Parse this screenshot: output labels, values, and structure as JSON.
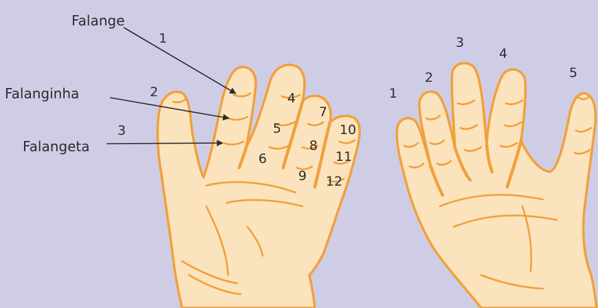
{
  "labels": {
    "falange": "Falange",
    "falanginha": "Falanginha",
    "falangeta": "Falangeta"
  },
  "left_hand_numbers": [
    "1",
    "2",
    "3",
    "4",
    "5",
    "6",
    "7",
    "8",
    "9",
    "10",
    "11",
    "12"
  ],
  "right_hand_numbers": [
    "1",
    "2",
    "3",
    "4",
    "5"
  ],
  "colors": {
    "background": "#cfcde6",
    "skin": "#fbe3bd",
    "outline": "#f1a03b",
    "text": "#2b2b2b"
  }
}
